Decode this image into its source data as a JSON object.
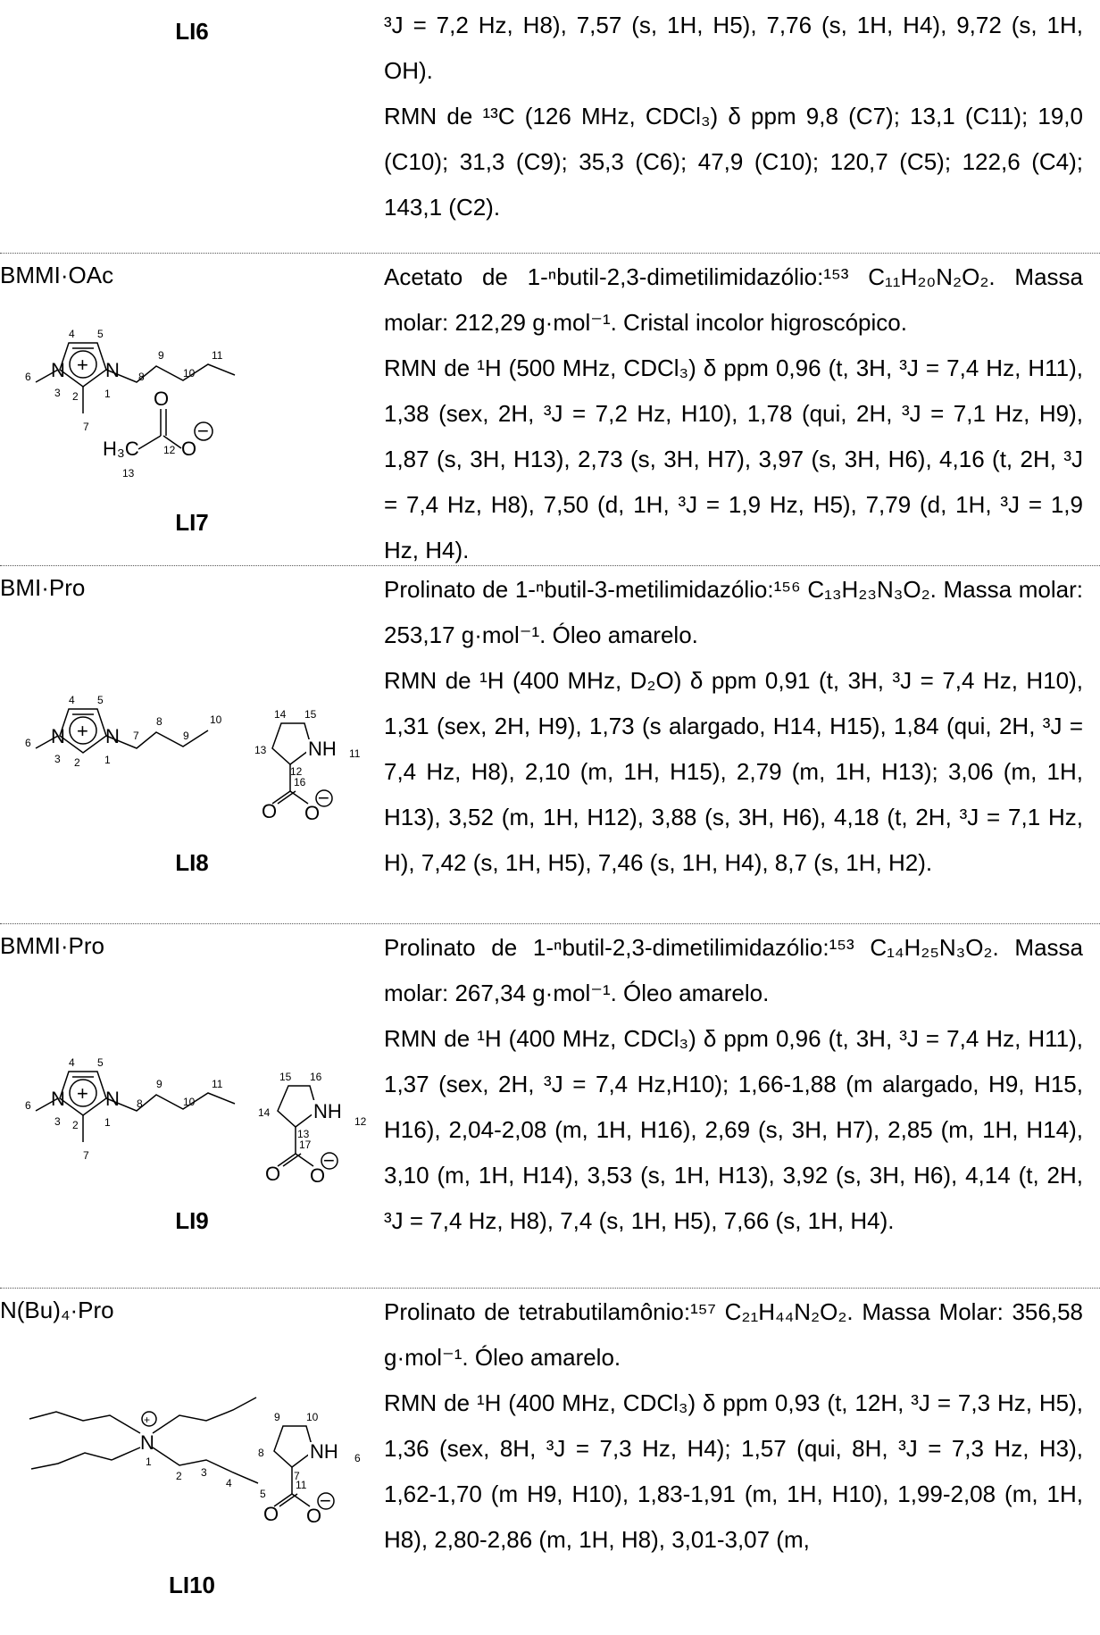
{
  "entries": [
    {
      "code": "LI6",
      "name": "",
      "paragraphs": [
        "³J = 7,2 Hz, H8), 7,57 (s, 1H, H5), 7,76 (s, 1H, H4), 9,72 (s, 1H, OH).",
        "RMN de ¹³C (126 MHz, CDCl₃) δ ppm 9,8 (C7); 13,1 (C11); 19,0 (C10); 31,3 (C9); 35,3 (C6); 47,9 (C10); 120,7 (C5); 122,6 (C4); 143,1 (C2)."
      ]
    },
    {
      "code": "LI7",
      "name": "BMMI·OAc",
      "paragraphs": [
        "Acetato de 1-ⁿbutil-2,3-dimetilimidazólio:¹⁵³ C₁₁H₂₀N₂O₂. Massa molar: 212,29 g·mol⁻¹. Cristal incolor higroscópico.",
        "RMN de ¹H (500 MHz, CDCl₃) δ ppm 0,96 (t, 3H, ³J = 7,4 Hz, H11), 1,38 (sex, 2H, ³J = 7,2 Hz, H10), 1,78 (qui, 2H, ³J = 7,1 Hz, H9), 1,87 (s, 3H, H13), 2,73 (s, 3H, H7), 3,97 (s, 3H, H6), 4,16 (t, 2H, ³J = 7,4 Hz, H8), 7,50 (d, 1H, ³J = 1,9 Hz, H5), 7,79 (d, 1H, ³J = 1,9 Hz, H4)."
      ]
    },
    {
      "code": "LI8",
      "name": "BMI·Pro",
      "paragraphs": [
        "Prolinato de 1-ⁿbutil-3-metilimidazólio:¹⁵⁶ C₁₃H₂₃N₃O₂. Massa molar: 253,17 g·mol⁻¹. Óleo amarelo.",
        "RMN de ¹H (400 MHz, D₂O) δ ppm 0,91 (t, 3H, ³J = 7,4 Hz, H10), 1,31 (sex, 2H, H9), 1,73 (s alargado, H14, H15), 1,84 (qui, 2H, ³J = 7,4 Hz, H8), 2,10 (m, 1H, H15), 2,79 (m, 1H, H13); 3,06 (m, 1H, H13), 3,52 (m, 1H, H12), 3,88 (s, 3H, H6), 4,18 (t, 2H, ³J = 7,1 Hz, H), 7,42 (s, 1H, H5), 7,46 (s, 1H, H4), 8,7 (s, 1H, H2)."
      ]
    },
    {
      "code": "LI9",
      "name": "BMMI·Pro",
      "paragraphs": [
        "Prolinato de 1-ⁿbutil-2,3-dimetilimidazólio:¹⁵³ C₁₄H₂₅N₃O₂. Massa molar: 267,34 g·mol⁻¹. Óleo amarelo.",
        "RMN de ¹H (400 MHz, CDCl₃) δ ppm 0,96 (t, 3H, ³J = 7,4 Hz, H11), 1,37 (sex, 2H, ³J = 7,4 Hz,H10); 1,66-1,88 (m alargado, H9, H15, H16), 2,04-2,08 (m, 1H, H16), 2,69 (s, 3H, H7), 2,85 (m, 1H, H14), 3,10 (m, 1H, H14), 3,53 (s, 1H, H13), 3,92 (s, 3H, H6), 4,14 (t, 2H, ³J = 7,4 Hz, H8), 7,4 (s, 1H, H5), 7,66 (s, 1H, H4)."
      ]
    },
    {
      "code": "LI10",
      "name": "N(Bu)₄·Pro",
      "paragraphs": [
        "Prolinato de tetrabutilamônio:¹⁵⁷ C₂₁H₄₄N₂O₂. Massa Molar: 356,58 g·mol⁻¹. Óleo amarelo.",
        "RMN de ¹H (400 MHz, CDCl₃) δ ppm 0,93 (t, 12H, ³J = 7,3 Hz, H5), 1,36 (sex, 8H, ³J = 7,3 Hz, H4); 1,57 (qui, 8H, ³J = 7,3 Hz, H3), 1,62-1,70 (m H9, H10), 1,83-1,91 (m, 1H, H10), 1,99-2,08 (m, 1H, H8), 2,80-2,86 (m, 1H, H8), 3,01-3,07 (m,"
      ]
    }
  ],
  "structure_labels": {
    "n": "N",
    "nh": "NH",
    "o": "O",
    "h3c": "H₃C",
    "plus": "+",
    "minus": "−"
  }
}
